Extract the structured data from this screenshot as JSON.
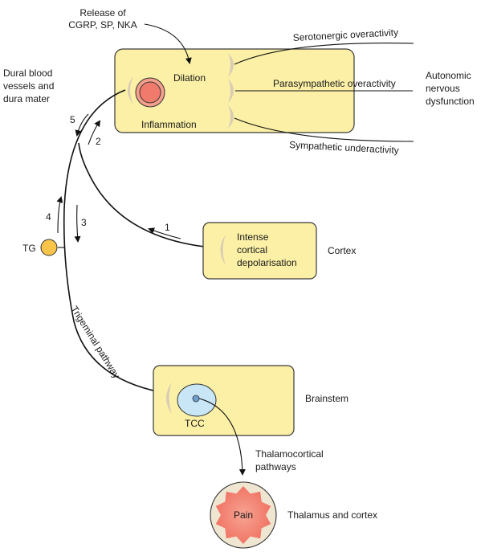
{
  "title": "Migraine pathophysiology pathways",
  "labels": {
    "release_line1": "Release of",
    "release_line2": "CGRP, SP, NKA",
    "dural_line1": "Dural blood",
    "dural_line2": "vessels and",
    "dural_line3": "dura mater",
    "dilation": "Dilation",
    "inflammation": "Inflammation",
    "serotonergic": "Serotonergic overactivity",
    "parasympathetic": "Parasympathetic overactivity",
    "sympathetic": "Sympathetic underactivity",
    "autonomic_line1": "Autonomic",
    "autonomic_line2": "nervous",
    "autonomic_line3": "dysfunction",
    "tg": "TG",
    "cortex_box_line1": "Intense",
    "cortex_box_line2": "cortical",
    "cortex_box_line3": "depolarisation",
    "cortex": "Cortex",
    "trigeminal": "Trigeminal pathway",
    "tcc": "TCC",
    "brainstem": "Brainstem",
    "thalamo_line1": "Thalamocortical",
    "thalamo_line2": "pathways",
    "pain": "Pain",
    "thalamus": "Thalamus and cortex"
  },
  "steps": [
    "1",
    "2",
    "3",
    "4",
    "5"
  ],
  "colors": {
    "box_fill": "#fbf0a6",
    "receptor": "#d9ccb4",
    "vessel_outer": "#f4a08c",
    "vessel_inner": "#f07a6c",
    "tg_node": "#f8c44a",
    "tcc_fill": "#c9e6f7",
    "tcc_dot": "#6a9fd0",
    "pain_outer": "#efe6d2",
    "pain_star": "#f3806e"
  }
}
